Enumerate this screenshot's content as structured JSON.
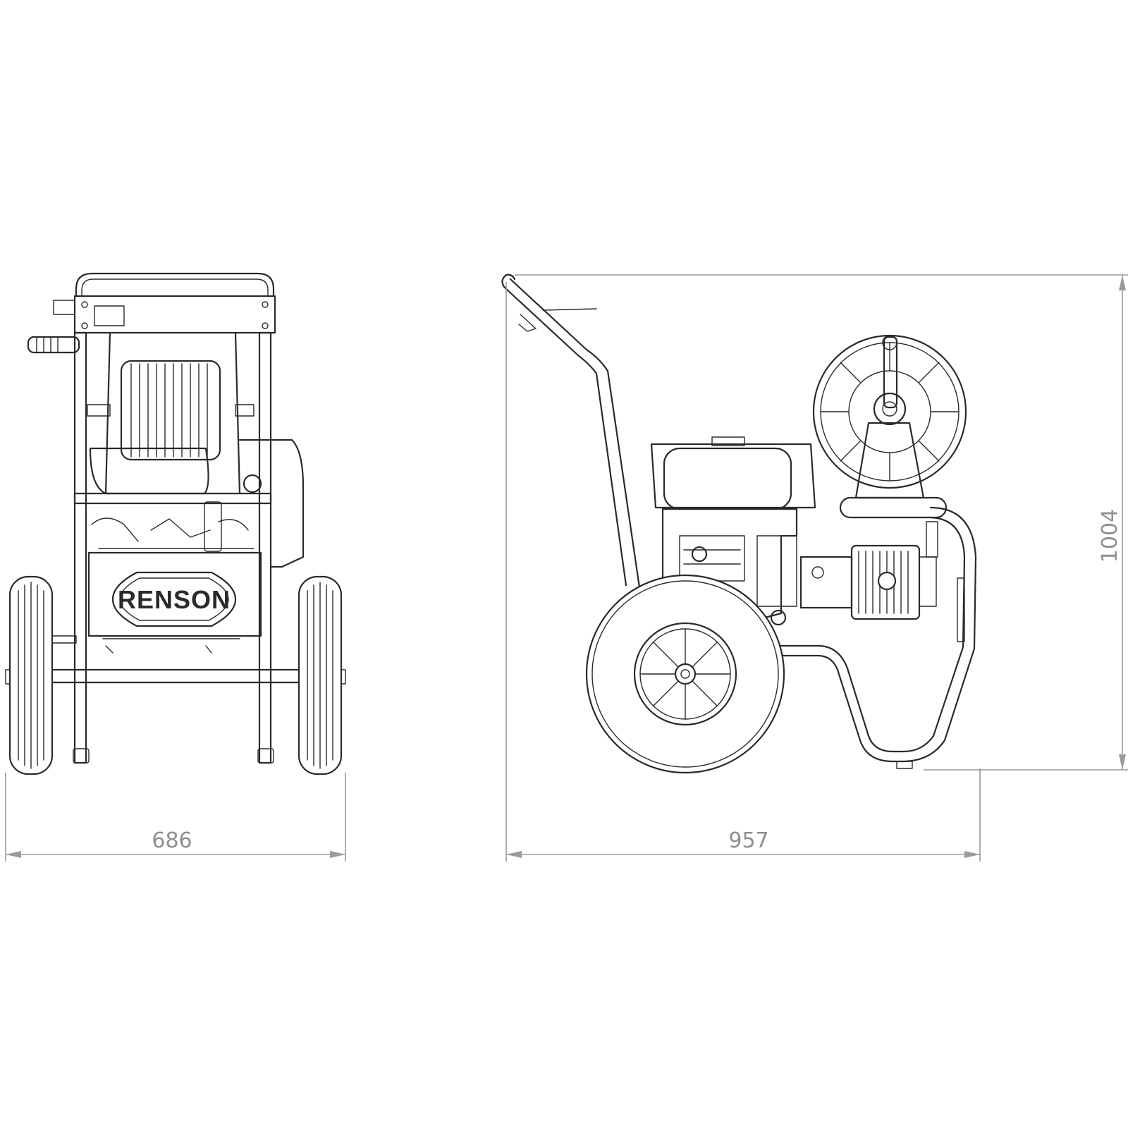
{
  "brand": {
    "logo_text": "RENSON"
  },
  "dimensions": {
    "front_width": "686",
    "side_length": "957",
    "height": "1004"
  },
  "colors": {
    "line": "#2a2a2a",
    "dimension": "#9a9a9a",
    "background": "#ffffff"
  }
}
